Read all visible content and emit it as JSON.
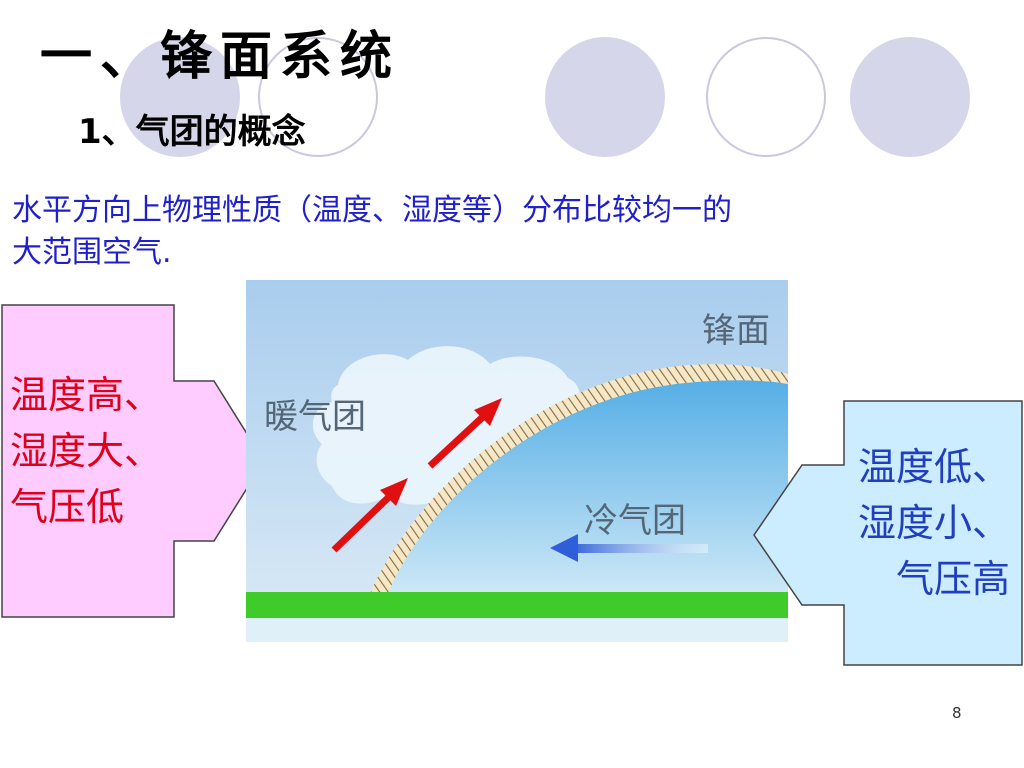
{
  "title": "一、锋面系统",
  "section": "1、气团的概念",
  "definition_line1": "水平方向上物理性质（温度、湿度等）分布比较均一的",
  "definition_line2": "大范围空气.",
  "left_callout": {
    "lines": [
      "温度高、",
      "湿度大、",
      "气压低"
    ],
    "fill": "#ffccff",
    "text_color": "#e0001a"
  },
  "right_callout": {
    "lines": [
      "温度低、",
      "湿度小、",
      "气压高"
    ],
    "fill": "#ccecff",
    "text_color": "#1f3fbf"
  },
  "diagram": {
    "front_label": "锋面",
    "warm_air_label": "暖气团",
    "cold_air_label": "冷气团"
  },
  "page_number": "8"
}
